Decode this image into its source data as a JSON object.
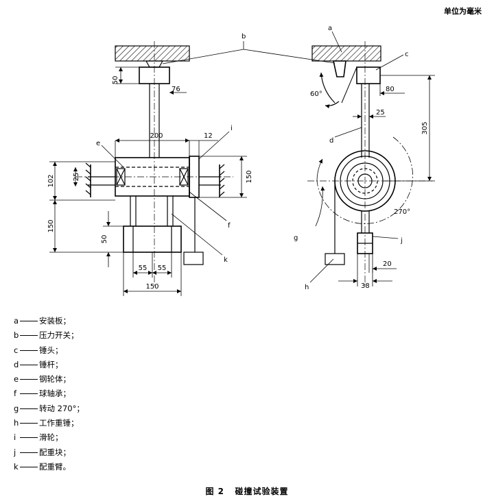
{
  "unit_note": "单位为毫米",
  "caption": {
    "number": "图 2",
    "title": "碰撞试验装置"
  },
  "callouts": [
    "a",
    "b",
    "c",
    "d",
    "e",
    "f",
    "g",
    "h",
    "i",
    "j",
    "k"
  ],
  "dimensions": {
    "d50_top": "50",
    "d76": "76",
    "d200": "200",
    "d12": "12",
    "d102": "102",
    "d25": "25",
    "d150_right": "150",
    "d150_left": "150",
    "d50_low": "50",
    "d55a": "55",
    "d55b": "55",
    "d150_bottom": "150",
    "angle60": "60°",
    "d80": "80",
    "d25_side": "25",
    "d305": "305",
    "angle270": "270°",
    "d20": "20",
    "d38": "38"
  },
  "legend": [
    {
      "key": "a",
      "text": "安装板；"
    },
    {
      "key": "b",
      "text": "压力开关；"
    },
    {
      "key": "c",
      "text": "锤头；"
    },
    {
      "key": "d",
      "text": "锤杆；"
    },
    {
      "key": "e",
      "text": "钢轮体；"
    },
    {
      "key": "f",
      "text": "球轴承；"
    },
    {
      "key": "g",
      "text": "转动 270°；"
    },
    {
      "key": "h",
      "text": "工作重锤；"
    },
    {
      "key": "i",
      "text": "滑轮；"
    },
    {
      "key": "j",
      "text": "配重块；"
    },
    {
      "key": "k",
      "text": "配重臂。"
    }
  ]
}
